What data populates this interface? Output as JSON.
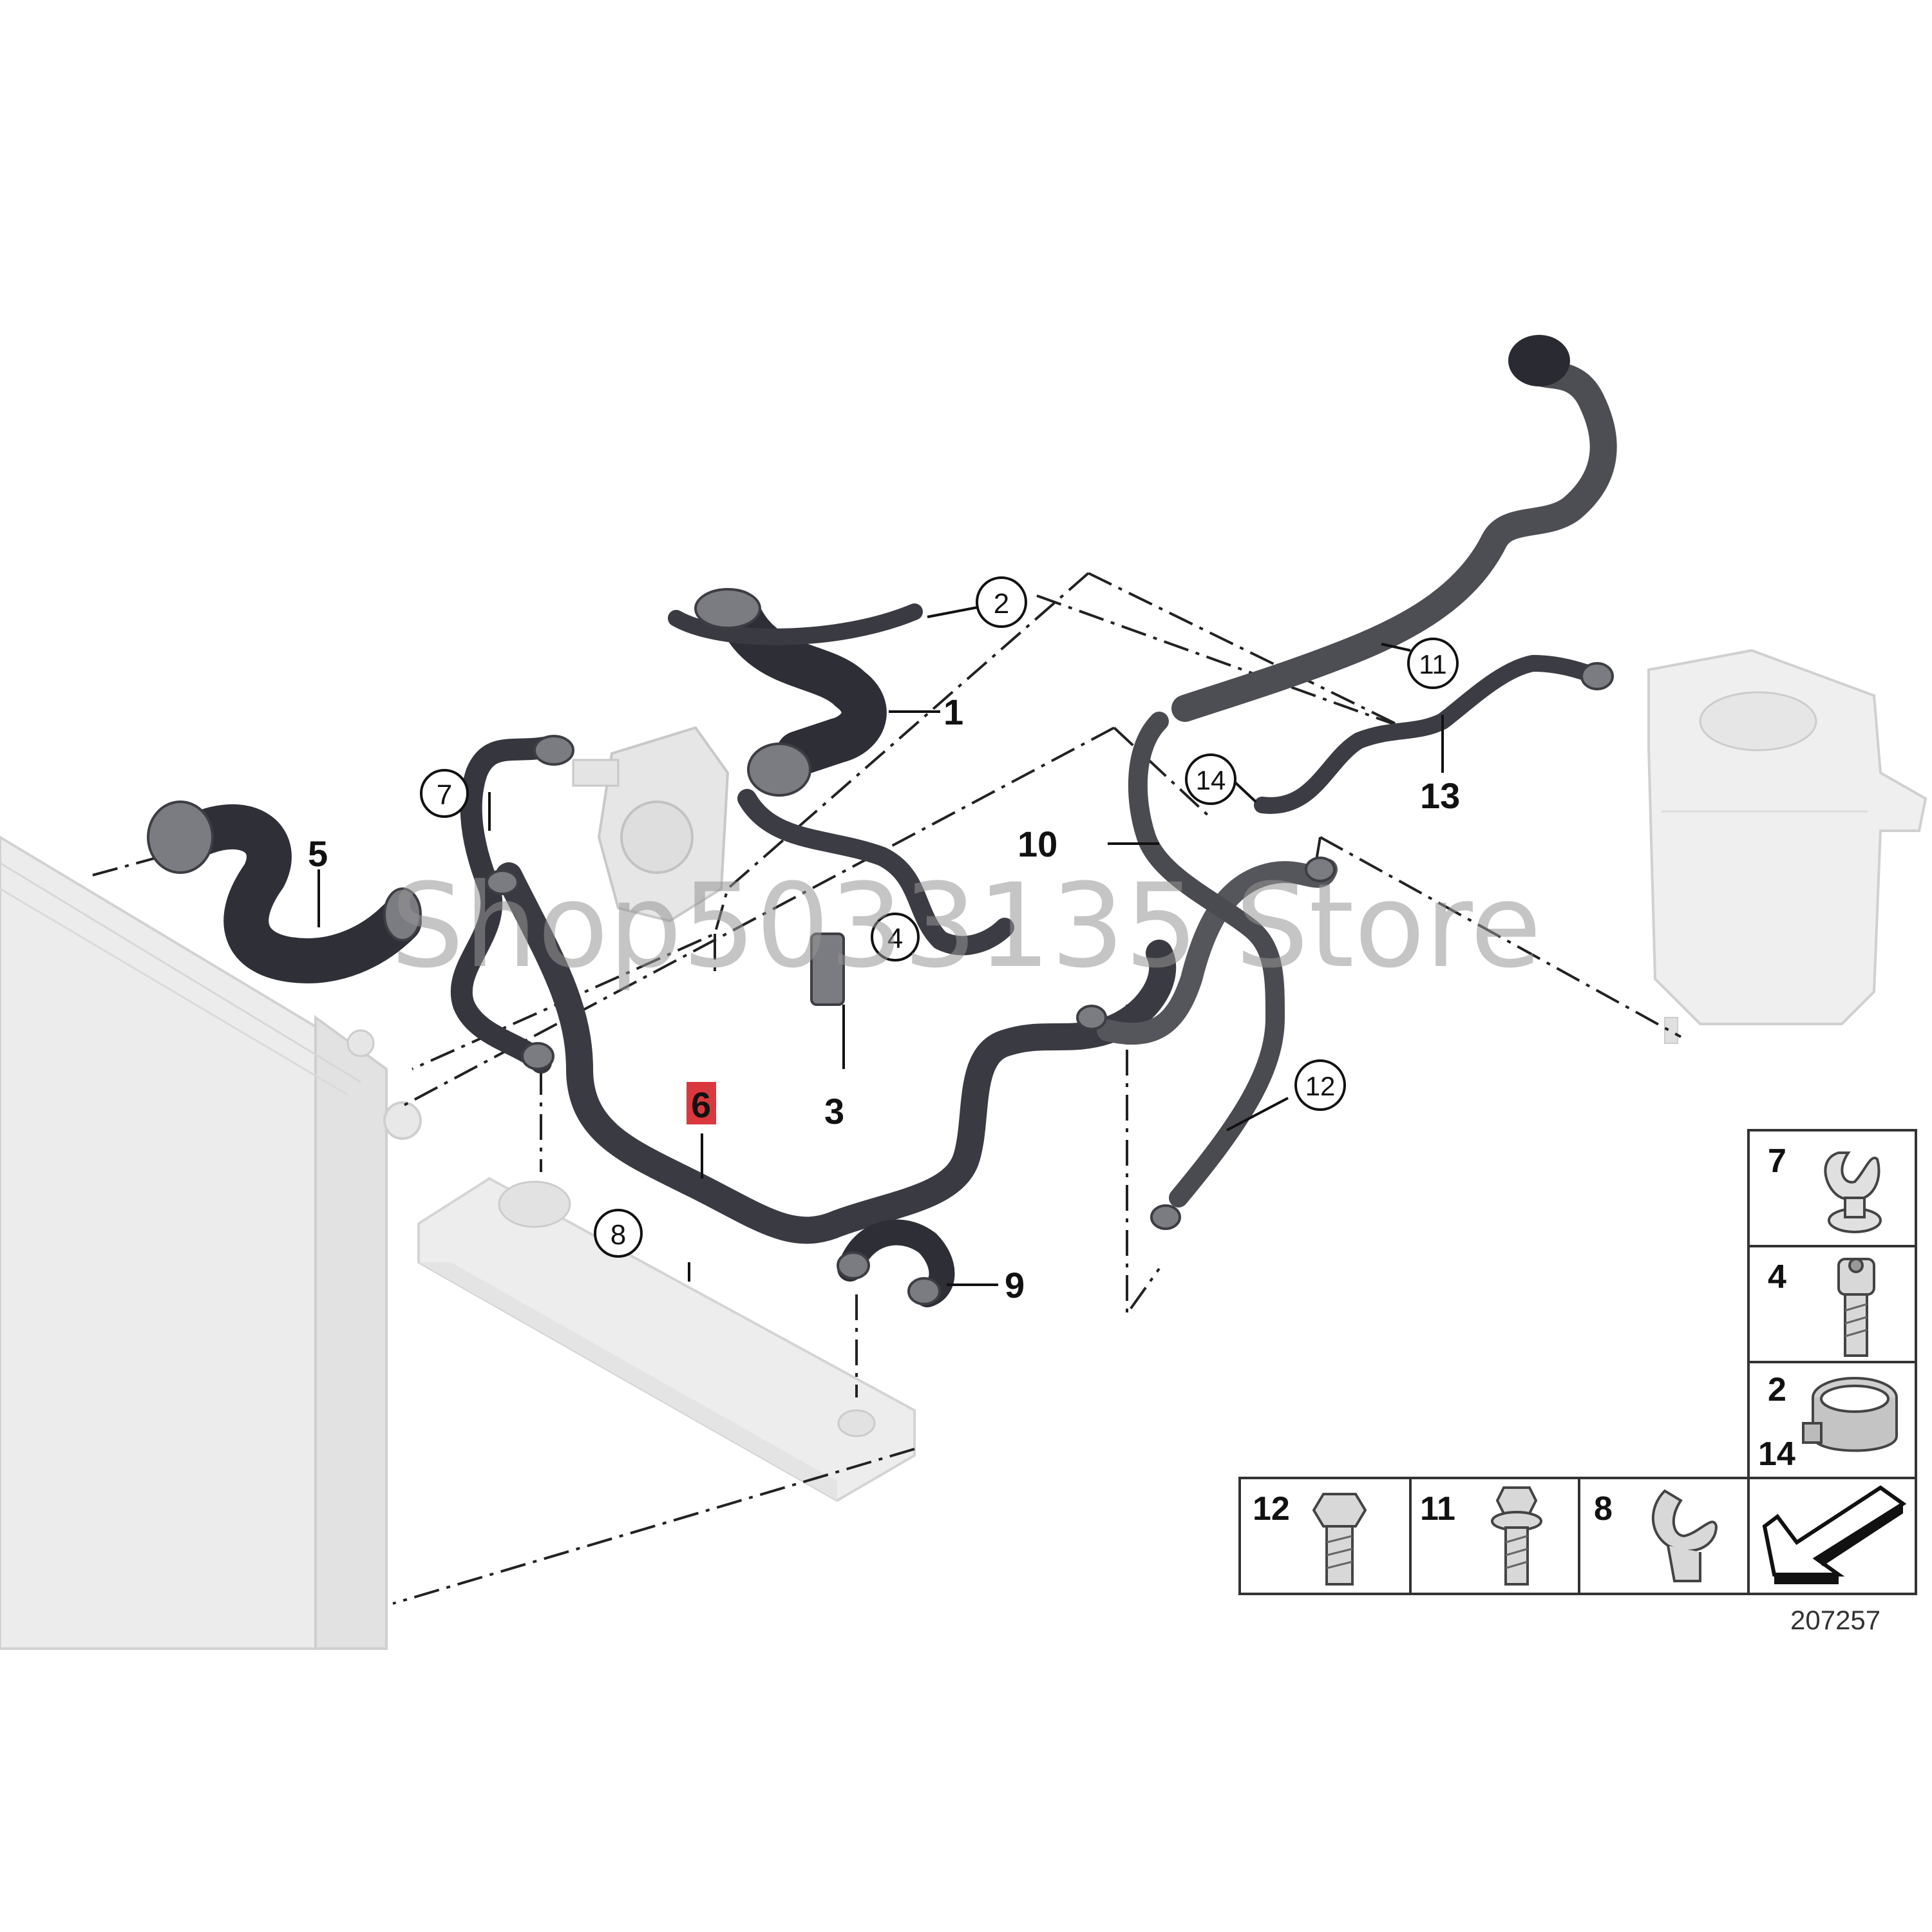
{
  "diagram": {
    "callouts": [
      {
        "id": "1",
        "text": "1"
      },
      {
        "id": "3",
        "text": "3"
      },
      {
        "id": "5",
        "text": "5"
      },
      {
        "id": "6",
        "text": "6"
      },
      {
        "id": "9",
        "text": "9"
      },
      {
        "id": "10",
        "text": "10"
      },
      {
        "id": "13",
        "text": "13"
      }
    ],
    "circled_callouts": [
      {
        "id": "2",
        "text": "2"
      },
      {
        "id": "4",
        "text": "4"
      },
      {
        "id": "7",
        "text": "7"
      },
      {
        "id": "8",
        "text": "8"
      },
      {
        "id": "11",
        "text": "11"
      },
      {
        "id": "12",
        "text": "12"
      },
      {
        "id": "14",
        "text": "14"
      }
    ],
    "highlighted_part": "6",
    "highlight_color": "#d9393e"
  },
  "parts_legend": {
    "column": [
      {
        "id": "7",
        "text": "7",
        "icon": "hose-clip-icon"
      },
      {
        "id": "4",
        "text": "4",
        "icon": "screw-icon"
      },
      {
        "id": "2-14",
        "text_top": "2",
        "text_bottom": "14",
        "icon": "hose-clamp-icon"
      }
    ],
    "row": [
      {
        "id": "12",
        "text": "12",
        "icon": "hex-bolt-icon"
      },
      {
        "id": "11",
        "text": "11",
        "icon": "flange-bolt-icon"
      },
      {
        "id": "8",
        "text": "8",
        "icon": "hose-clip-icon"
      },
      {
        "id": "arrow",
        "text": "",
        "icon": "direction-arrow-icon"
      }
    ]
  },
  "catalog_number": "207257",
  "watermark": "Shop5033135 Store"
}
